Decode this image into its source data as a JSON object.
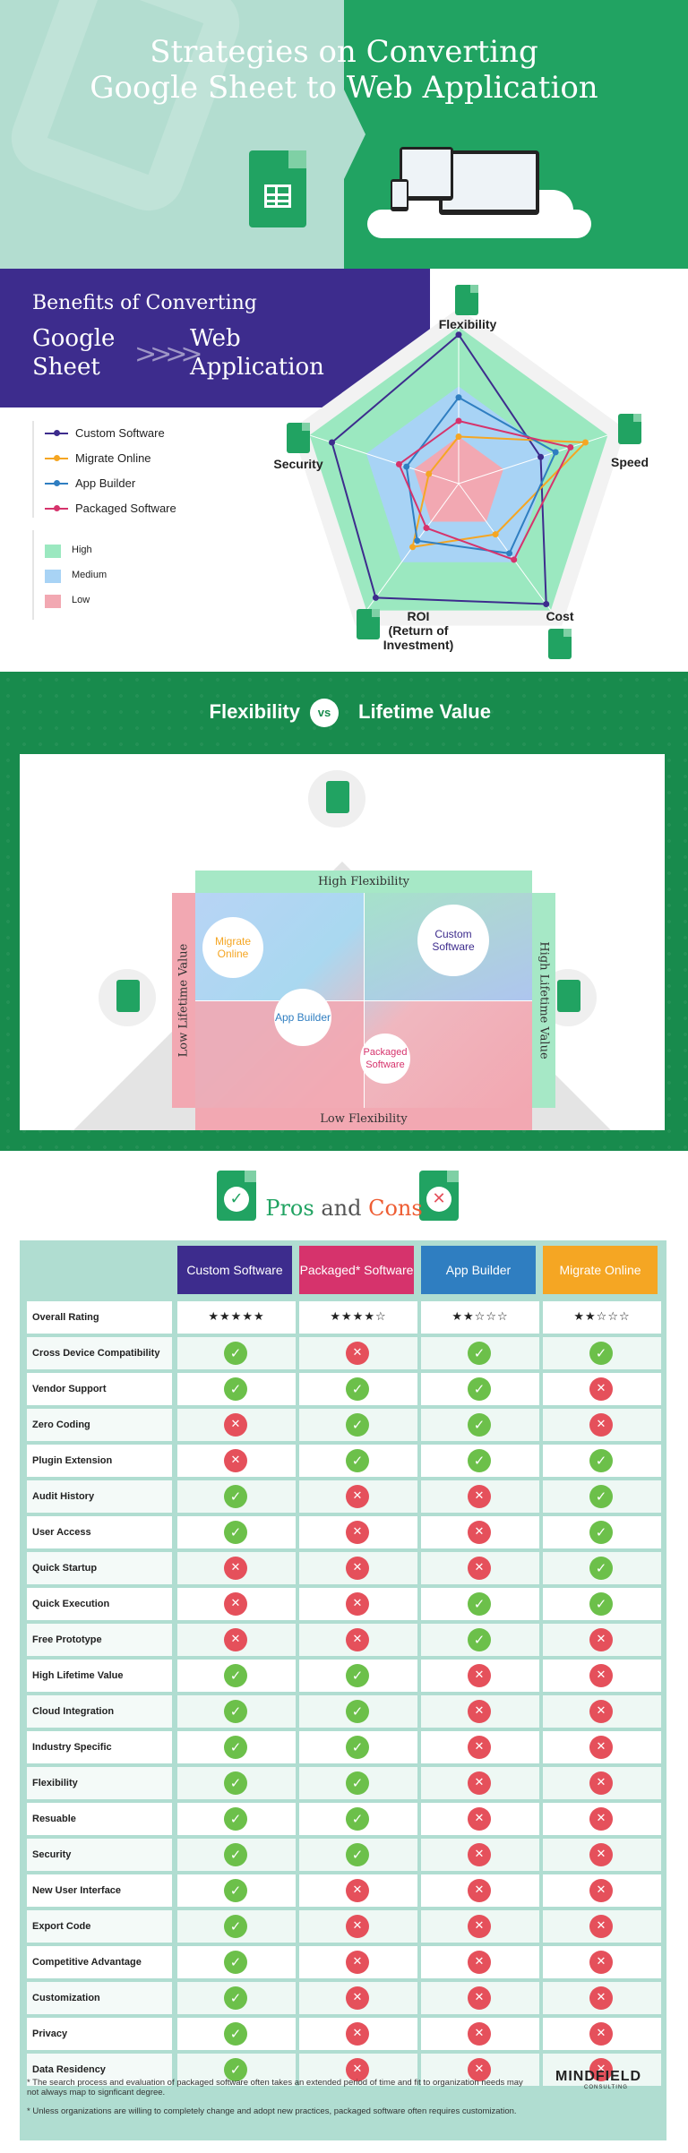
{
  "header": {
    "title_line1": "Strategies on Converting",
    "title_line2": "Google Sheet to Web Application"
  },
  "benefits": {
    "title": "Benefits of Converting",
    "from": "Google Sheet",
    "to": "Web Application",
    "legend": [
      {
        "label": "Custom Software",
        "color": "#3d2c8d"
      },
      {
        "label": "Migrate Online",
        "color": "#f5a623"
      },
      {
        "label": "App Builder",
        "color": "#2f7ec1"
      },
      {
        "label": "Packaged Software",
        "color": "#d6336c"
      }
    ],
    "levels": [
      {
        "label": "High",
        "color": "#9be8c0"
      },
      {
        "label": "Medium",
        "color": "#a8d3f5"
      },
      {
        "label": "Low",
        "color": "#f2a8b2"
      }
    ],
    "axes": [
      "Flexibility",
      "Speed",
      "Cost",
      "ROI (Return of Investment)",
      "Security"
    ],
    "axis_labels": {
      "flexibility": "Flexibility",
      "speed": "Speed",
      "cost": "Cost",
      "roi_1": "ROI",
      "roi_2": "(Return of",
      "roi_3": "Investment)",
      "security": "Security"
    }
  },
  "chart_data": {
    "type": "radar",
    "axes": [
      "Flexibility",
      "Speed",
      "Cost",
      "ROI (Return of Investment)",
      "Security"
    ],
    "series": [
      {
        "name": "Custom Software",
        "values": [
          0.95,
          0.55,
          0.95,
          0.9,
          0.85
        ]
      },
      {
        "name": "Migrate Online",
        "values": [
          0.3,
          0.85,
          0.4,
          0.5,
          0.2
        ]
      },
      {
        "name": "App Builder",
        "values": [
          0.55,
          0.65,
          0.55,
          0.45,
          0.35
        ]
      },
      {
        "name": "Packaged Software",
        "values": [
          0.4,
          0.75,
          0.6,
          0.35,
          0.4
        ]
      }
    ],
    "bands": [
      "Low",
      "Medium",
      "High"
    ]
  },
  "flex": {
    "left_title": "Flexibility",
    "vs": "vs",
    "right_title": "Lifetime Value",
    "top_band": "High Flexibility",
    "bottom_band": "Low Flexibility",
    "left_band": "Low Lifetime Value",
    "right_band": "High Lifetime Value",
    "bubbles": {
      "migrate": "Migrate Online",
      "custom": "Custom Software",
      "app": "App Builder",
      "packaged": "Packaged Software"
    }
  },
  "pros": {
    "heading_a": "Pros",
    "heading_b": " and ",
    "heading_c": "Cons",
    "columns": [
      {
        "label": "Custom Software",
        "color": "#3d2c8d"
      },
      {
        "label": "Packaged* Software",
        "color": "#d6336c"
      },
      {
        "label": "App Builder",
        "color": "#2f7ec1"
      },
      {
        "label": "Migrate Online",
        "color": "#f5a623"
      }
    ],
    "rating_label": "Overall Rating",
    "ratings": [
      "★★★★★",
      "★★★★☆",
      "★★☆☆☆",
      "★★☆☆☆"
    ],
    "rows": [
      {
        "name": "Cross Device Compatibility",
        "v": [
          1,
          0,
          1,
          1
        ]
      },
      {
        "name": "Vendor Support",
        "v": [
          1,
          1,
          1,
          0
        ]
      },
      {
        "name": "Zero Coding",
        "v": [
          0,
          1,
          1,
          0
        ]
      },
      {
        "name": "Plugin Extension",
        "v": [
          0,
          1,
          1,
          1
        ]
      },
      {
        "name": "Audit History",
        "v": [
          1,
          0,
          0,
          1
        ]
      },
      {
        "name": "User Access",
        "v": [
          1,
          0,
          0,
          1
        ]
      },
      {
        "name": "Quick Startup",
        "v": [
          0,
          0,
          0,
          1
        ]
      },
      {
        "name": "Quick Execution",
        "v": [
          0,
          0,
          1,
          1
        ]
      },
      {
        "name": "Free Prototype",
        "v": [
          0,
          0,
          1,
          0
        ]
      },
      {
        "name": "High Lifetime Value",
        "v": [
          1,
          1,
          0,
          0
        ]
      },
      {
        "name": "Cloud Integration",
        "v": [
          1,
          1,
          0,
          0
        ]
      },
      {
        "name": "Industry Specific",
        "v": [
          1,
          1,
          0,
          0
        ]
      },
      {
        "name": "Flexibility",
        "v": [
          1,
          1,
          0,
          0
        ]
      },
      {
        "name": "Resuable",
        "v": [
          1,
          1,
          0,
          0
        ]
      },
      {
        "name": "Security",
        "v": [
          1,
          1,
          0,
          0
        ]
      },
      {
        "name": "New User Interface",
        "v": [
          1,
          0,
          0,
          0
        ]
      },
      {
        "name": "Export Code",
        "v": [
          1,
          0,
          0,
          0
        ]
      },
      {
        "name": "Competitive Advantage",
        "v": [
          1,
          0,
          0,
          0
        ]
      },
      {
        "name": "Customization",
        "v": [
          1,
          0,
          0,
          0
        ]
      },
      {
        "name": "Privacy",
        "v": [
          1,
          0,
          0,
          0
        ]
      },
      {
        "name": "Data Residency",
        "v": [
          1,
          0,
          0,
          0
        ]
      }
    ],
    "footnote1": "* The search process and evaluation of packaged software often takes an extended period of time and fit to organization needs may not always map to signficant degree.",
    "footnote2": "* Unless organizations are willing to completely change and adopt new practices, packaged software often requires customization.",
    "brand": "MINDFIELD",
    "brand_sub": "CONSULTING"
  }
}
